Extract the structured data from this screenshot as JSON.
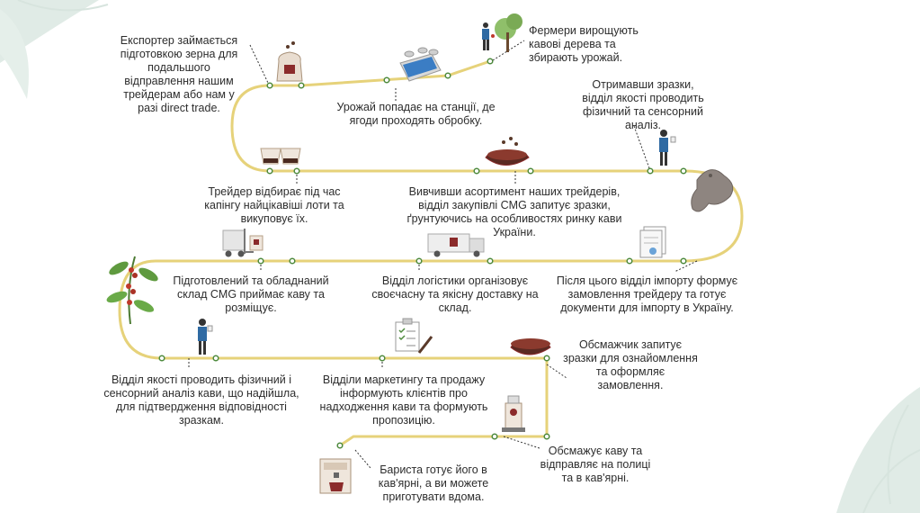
{
  "steps": [
    {
      "id": "farmers",
      "text": "Фермери вирощують кавові дерева та збирають урожай."
    },
    {
      "id": "station",
      "text": "Урожай попадає на станції, де ягоди проходять обробку."
    },
    {
      "id": "exporter",
      "text": "Експортер займається підготовкою зерна для подальшого відправлення нашим трейдерам або нам у разі direct trade."
    },
    {
      "id": "trader",
      "text": "Трейдер відбирає під час капінгу найцікавіші лоти та викуповує їх."
    },
    {
      "id": "purchasing",
      "text": "Вивчивши асортимент наших трейдерів, відділ закупівлі CMG запитує зразки, ґрунтуючись на особливостях ринку кави України."
    },
    {
      "id": "quality1",
      "text": "Отримавши зразки, відділ якості проводить фізичний та сенсорний аналіз."
    },
    {
      "id": "import",
      "text": "Після цього відділ імпорту формує замовлення трейдеру та готує документи для імпорту в Україну."
    },
    {
      "id": "logistics",
      "text": "Відділ логістики організовує своєчасну та якісну доставку на склад."
    },
    {
      "id": "warehouse",
      "text": "Підготовлений та обладнаний склад CMG приймає каву та розміщує."
    },
    {
      "id": "quality2",
      "text": "Відділ якості проводить фізичний і сенсорний аналіз кави, що надійшла, для підтвердження відповідності зразкам."
    },
    {
      "id": "marketing",
      "text": "Відділи маркетингу та продажу інформують клієнтів про надходження кави та формують пропозицію."
    },
    {
      "id": "roaster_request",
      "text": "Обсмажчик запитує зразки для ознайомлення та оформляє замовлення."
    },
    {
      "id": "roaster",
      "text": "Обсмажує каву та відправляє на полиці та в кав'ярні."
    },
    {
      "id": "barista",
      "text": "Бариста готує його в кав'ярні, а ви можете приготувати вдома."
    }
  ],
  "colors": {
    "path": "#e6d27a",
    "node_ring": "#4e8a3e",
    "accent": "#8b2b2b",
    "figure": "#2f6aa3"
  }
}
